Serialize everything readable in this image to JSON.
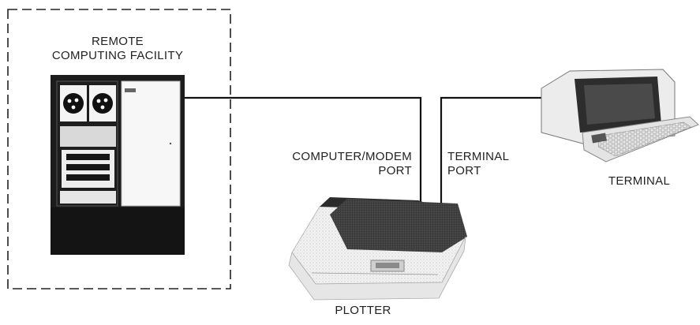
{
  "diagram": {
    "facility_label_line1": "REMOTE",
    "facility_label_line2": "COMPUTING FACILITY",
    "computer_port_line1": "COMPUTER/MODEM",
    "computer_port_line2": "PORT",
    "terminal_port_line1": "TERMINAL",
    "terminal_port_line2": "PORT",
    "terminal_label": "TERMINAL",
    "plotter_label": "PLOTTER"
  }
}
